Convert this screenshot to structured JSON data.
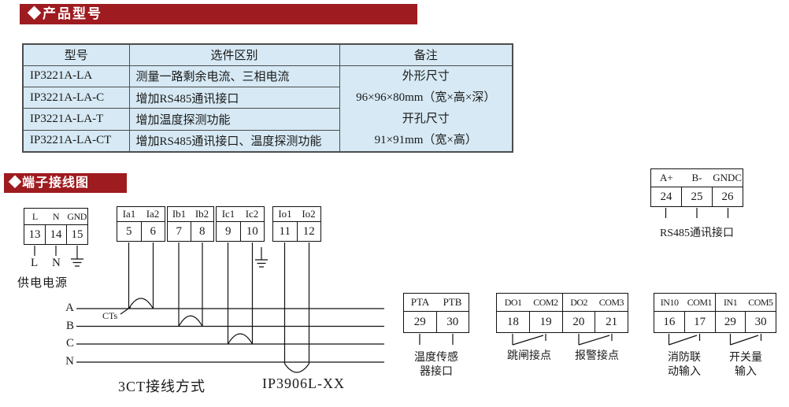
{
  "colors": {
    "banner_red": "#9e1b20",
    "table_bg": "#d6e9f4",
    "table_border": "#4d4d4d"
  },
  "sections": {
    "product_model_title": "◆产品型号",
    "terminal_wiring_title": "◆端子接线图"
  },
  "table": {
    "headers": [
      "型号",
      "选件区别",
      "备注"
    ],
    "rows": [
      {
        "model": "IP3221A-LA",
        "option": "测量一路剩余电流、三相电流"
      },
      {
        "model": "IP3221A-LA-C",
        "option": "增加RS485通讯接口"
      },
      {
        "model": "IP3221A-LA-T",
        "option": "增加温度探测功能"
      },
      {
        "model": "IP3221A-LA-CT",
        "option": "增加RS485通讯接口、温度探测功能"
      }
    ],
    "remark": {
      "line1": "外形尺寸",
      "line2": "96×96×80mm（宽×高×深）",
      "line3": "开孔尺寸",
      "line4": "91×91mm（宽×高）"
    }
  },
  "diagram": {
    "power": {
      "headers": [
        "L",
        "N",
        "GND"
      ],
      "numbers": [
        "13",
        "14",
        "15"
      ],
      "line_letters": [
        "L",
        "N"
      ],
      "label": "供电电源"
    },
    "current_groups": [
      {
        "headers": [
          "Ia1",
          "Ia2"
        ],
        "numbers": [
          "5",
          "6"
        ]
      },
      {
        "headers": [
          "Ib1",
          "Ib2"
        ],
        "numbers": [
          "7",
          "8"
        ]
      },
      {
        "headers": [
          "Ic1",
          "Ic2"
        ],
        "numbers": [
          "9",
          "10"
        ]
      },
      {
        "headers": [
          "Io1",
          "Io2"
        ],
        "numbers": [
          "11",
          "12"
        ]
      }
    ],
    "phases": [
      "A",
      "B",
      "C",
      "N"
    ],
    "cts_label": "CTs",
    "caption_left": "3CT接线方式",
    "caption_right": "IP3906L-XX",
    "rs485": {
      "headers": [
        "A+",
        "B-",
        "GNDC"
      ],
      "numbers": [
        "24",
        "25",
        "26"
      ],
      "label": "RS485通讯接口"
    },
    "temperature": {
      "headers": [
        "PTA",
        "PTB"
      ],
      "numbers": [
        "29",
        "30"
      ],
      "label_lines": [
        "温度传感",
        "器接口"
      ]
    },
    "relay": {
      "headers": [
        "DO1",
        "COM2",
        "DO2",
        "COM3"
      ],
      "numbers": [
        "18",
        "19",
        "20",
        "21"
      ],
      "label_trip": "跳闸接点",
      "label_alarm": "报警接点"
    },
    "inputs": {
      "headers": [
        "IN10",
        "COM1",
        "IN1",
        "COM5"
      ],
      "numbers": [
        "16",
        "17",
        "29",
        "30"
      ],
      "label_fire_lines": [
        "消防联",
        "动输入"
      ],
      "label_switch_lines": [
        "开关量",
        "输入"
      ]
    }
  }
}
